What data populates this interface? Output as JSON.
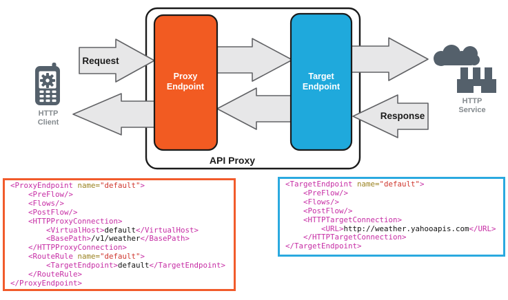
{
  "diagram": {
    "frame_label": "API Proxy",
    "labels": {
      "request": "Request",
      "response": "Response",
      "client_line1": "HTTP",
      "client_line2": "Client",
      "service_line1": "HTTP",
      "service_line2": "Service",
      "proxy_line1": "Proxy",
      "proxy_line2": "Endpoint",
      "target_line1": "Target",
      "target_line2": "Endpoint"
    },
    "colors": {
      "proxy_endpoint": "#F25B22",
      "target_endpoint": "#1FA9DC",
      "arrow_fill": "#E7E7E8",
      "icon_gray": "#54606B",
      "icon_label_gray": "#848A8E"
    }
  },
  "code_panels": {
    "proxy": {
      "border_color": "#F15B2B",
      "lines": [
        [
          [
            "tag",
            "<ProxyEndpoint "
          ],
          [
            "attr",
            "name="
          ],
          [
            "str",
            "\"default\""
          ],
          [
            "tag",
            ">"
          ]
        ],
        [
          [
            "tag",
            "    <PreFlow/>"
          ]
        ],
        [
          [
            "tag",
            "    <Flows/>"
          ]
        ],
        [
          [
            "tag",
            "    <PostFlow/>"
          ]
        ],
        [
          [
            "tag",
            "    <HTTPProxyConnection>"
          ]
        ],
        [
          [
            "tag",
            "        <VirtualHost>"
          ],
          [
            "txt",
            "default"
          ],
          [
            "tag",
            "</VirtualHost>"
          ]
        ],
        [
          [
            "tag",
            "        <BasePath>"
          ],
          [
            "txt",
            "/v1/weather"
          ],
          [
            "tag",
            "</BasePath>"
          ]
        ],
        [
          [
            "tag",
            "    </HTTPProxyConnection>"
          ]
        ],
        [
          [
            "tag",
            "    <RouteRule "
          ],
          [
            "attr",
            "name="
          ],
          [
            "str",
            "\"default\""
          ],
          [
            "tag",
            ">"
          ]
        ],
        [
          [
            "tag",
            "        <TargetEndpoint>"
          ],
          [
            "txt",
            "default"
          ],
          [
            "tag",
            "</TargetEndpoint>"
          ]
        ],
        [
          [
            "tag",
            "    </RouteRule>"
          ]
        ],
        [
          [
            "tag",
            "</ProxyEndpoint>"
          ]
        ]
      ]
    },
    "target": {
      "border_color": "#2AA9DF",
      "lines": [
        [
          [
            "tag",
            "<TargetEndpoint "
          ],
          [
            "attr",
            "name="
          ],
          [
            "str",
            "\"default\""
          ],
          [
            "tag",
            ">"
          ]
        ],
        [
          [
            "tag",
            "    <PreFlow/>"
          ]
        ],
        [
          [
            "tag",
            "    <Flows/>"
          ]
        ],
        [
          [
            "tag",
            "    <PostFlow/>"
          ]
        ],
        [
          [
            "tag",
            "    <HTTPTargetConnection>"
          ]
        ],
        [
          [
            "tag",
            "        <URL>"
          ],
          [
            "txt",
            "http://weather.yahooapis.com"
          ],
          [
            "tag",
            "</URL>"
          ]
        ],
        [
          [
            "tag",
            "    </HTTPTargetConnection>"
          ]
        ],
        [
          [
            "tag",
            "</TargetEndpoint>"
          ]
        ]
      ]
    }
  }
}
